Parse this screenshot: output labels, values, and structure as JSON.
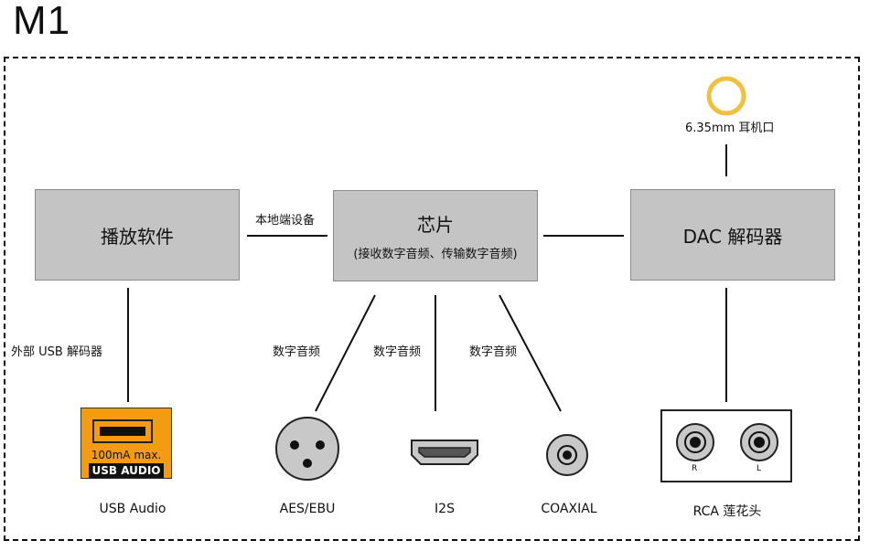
{
  "title": "M1",
  "boxes": {
    "software": "播放软件",
    "chip": "芯片",
    "chip_sub": "(接收数字音频、传输数字音频)",
    "dac": "DAC 解码器"
  },
  "labels": {
    "local_device": "本地端设备",
    "external_usb": "外部 USB 解码器",
    "digital_audio_1": "数字音频",
    "digital_audio_2": "数字音频",
    "digital_audio_3": "数字音频",
    "headphone_jack": "6.35mm 耳机口"
  },
  "usb_badge": {
    "max": "100mA max.",
    "name": "USB AUDIO"
  },
  "rca": {
    "right": "R",
    "left": "L"
  },
  "captions": {
    "usb": "USB Audio",
    "aes": "AES/EBU",
    "i2s": "I2S",
    "coaxial": "COAXIAL",
    "rca": "RCA 莲花头"
  },
  "colors": {
    "box_fill": "#c4c4c4",
    "usb_orange": "#f39c12",
    "jack_gold": "#f0c040",
    "connector_gray": "#c8c8c8"
  },
  "icons": [
    "usb-port-icon",
    "xlr-connector-icon",
    "hdmi-port-icon",
    "coaxial-connector-icon",
    "rca-connector-icon",
    "headphone-jack-icon"
  ]
}
